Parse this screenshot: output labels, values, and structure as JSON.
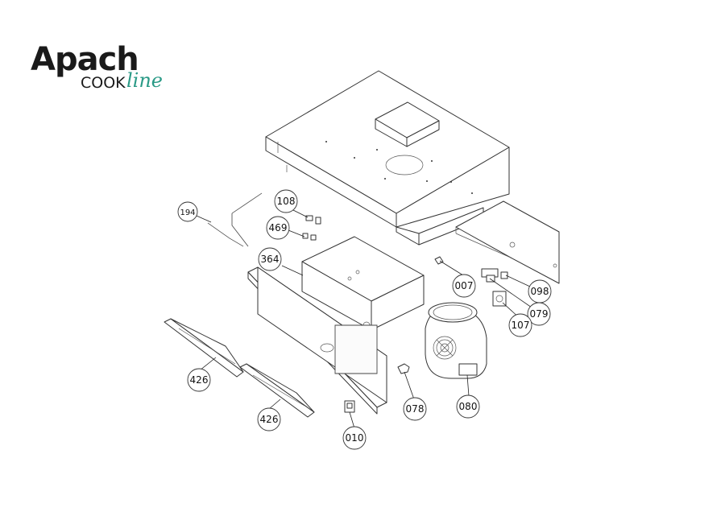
{
  "brand": {
    "name": "Apach",
    "sub_a": "COOK",
    "sub_b": "line",
    "accent_color": "#2a9a86"
  },
  "diagram": {
    "type": "exploded-parts-view",
    "callouts": [
      {
        "id": "c194",
        "label": "194"
      },
      {
        "id": "c108",
        "label": "108"
      },
      {
        "id": "c469",
        "label": "469"
      },
      {
        "id": "c364",
        "label": "364"
      },
      {
        "id": "c007",
        "label": "007"
      },
      {
        "id": "c098",
        "label": "098"
      },
      {
        "id": "c079",
        "label": "079"
      },
      {
        "id": "c107",
        "label": "107"
      },
      {
        "id": "c426a",
        "label": "426"
      },
      {
        "id": "c426b",
        "label": "426"
      },
      {
        "id": "c078",
        "label": "078"
      },
      {
        "id": "c080",
        "label": "080"
      },
      {
        "id": "c010",
        "label": "010"
      }
    ]
  }
}
